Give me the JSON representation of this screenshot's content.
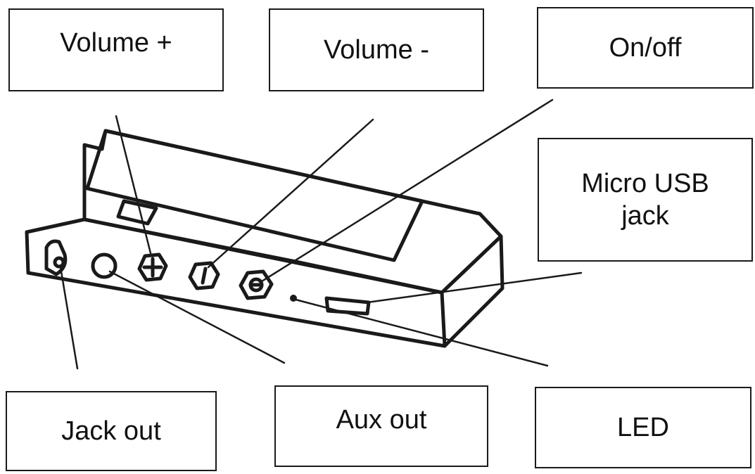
{
  "labels": {
    "volume_plus": "Volume +",
    "volume_minus": "Volume -",
    "on_off": "On/off",
    "micro_usb": "Micro USB\njack",
    "jack_out": "Jack out",
    "aux_out": "Aux out",
    "led": "LED"
  },
  "colors": {
    "ink": "#1a1a1a",
    "background": "#ffffff"
  }
}
